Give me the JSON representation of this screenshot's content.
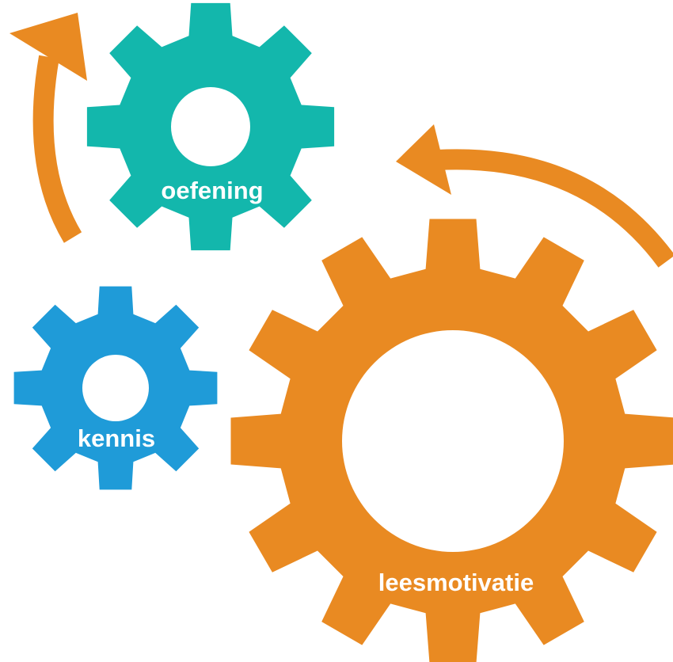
{
  "colors": {
    "background": "#ffffff",
    "arrow": "#e98a22",
    "gear_oefening": "#13b7ac",
    "gear_kennis": "#1f9bd8",
    "gear_leesmotivatie": "#e98a22",
    "label_text": "#ffffff"
  },
  "gears": {
    "oefening": {
      "label": "oefening"
    },
    "kennis": {
      "label": "kennis"
    },
    "leesmotivatie": {
      "label": "leesmotivatie"
    }
  },
  "arrows": {
    "left_arrow": {
      "icon": "curved-arrow-up-icon",
      "color": "#e98a22"
    },
    "right_arrow": {
      "icon": "curved-arrow-left-icon",
      "color": "#e98a22"
    }
  }
}
